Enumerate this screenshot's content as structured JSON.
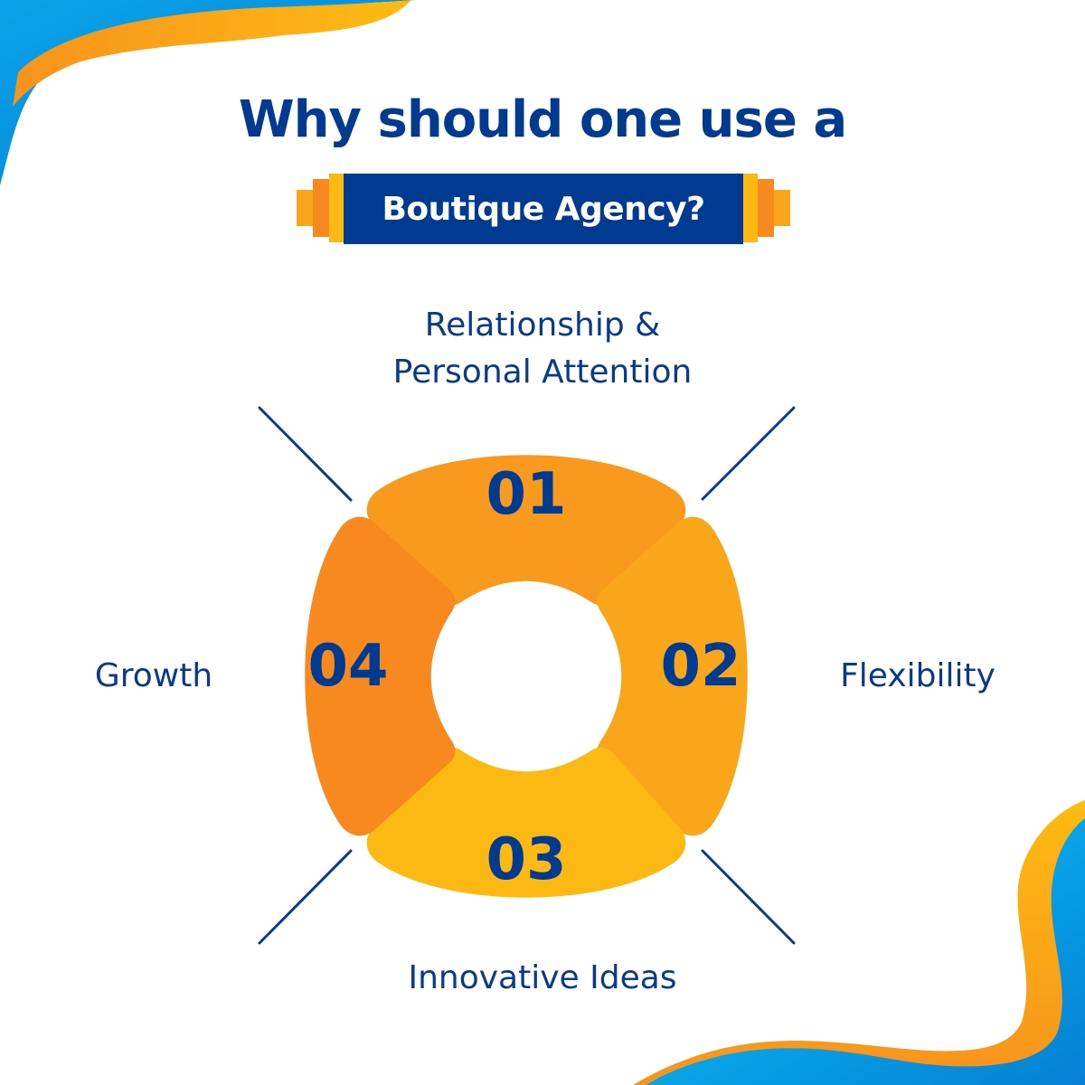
{
  "title": {
    "line1": "Why should one use a",
    "line2": "Boutique Agency?"
  },
  "colors": {
    "navy": "#003b91",
    "segment_01": "#f99a1e",
    "segment_02": "#faa61a",
    "segment_03": "#fdb913",
    "segment_04": "#f7891f",
    "wave_orange": "#f9a21b",
    "wave_blue": "#0a9ae6"
  },
  "segments": [
    {
      "number": "01",
      "label_line1": "Relationship &",
      "label_line2": "Personal Attention",
      "position": "top"
    },
    {
      "number": "02",
      "label_line1": "Flexibility",
      "position": "right"
    },
    {
      "number": "03",
      "label_line1": "Innovative Ideas",
      "position": "bottom"
    },
    {
      "number": "04",
      "label_line1": "Growth",
      "position": "left"
    }
  ]
}
